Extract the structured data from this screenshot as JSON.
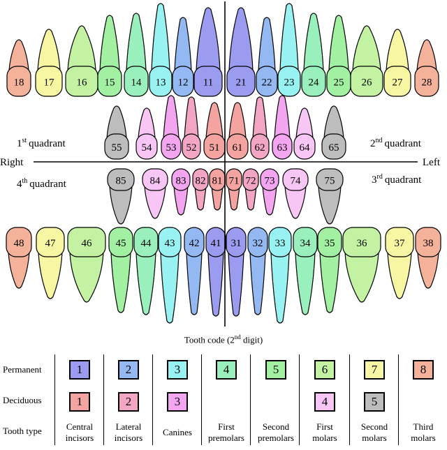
{
  "labels": {
    "quadrant_1": "1",
    "quadrant_1_sup": "st",
    "quadrant_word": "quadrant",
    "quadrant_2": "2",
    "quadrant_2_sup": "nd",
    "quadrant_3": "3",
    "quadrant_3_sup": "rd",
    "quadrant_4": "4",
    "quadrant_4_sup": "th",
    "right": "Right",
    "left": "Left"
  },
  "colors": {
    "1": "#9b9bf0",
    "2": "#93b8f2",
    "3": "#99f2f2",
    "4": "#99f0bd",
    "5": "#a2f0a2",
    "6": "#c3f3a2",
    "7": "#f7f7a3",
    "8": "#f5b29b",
    "d1": "#f3a3a0",
    "d2": "#f3a6c4",
    "d3": "#f3a5f0",
    "d4": "#f7c6f5",
    "d5": "#bdbdbd"
  },
  "teeth": {
    "upper_permanent": [
      "18",
      "17",
      "16",
      "15",
      "14",
      "13",
      "12",
      "11",
      "21",
      "22",
      "23",
      "24",
      "25",
      "26",
      "27",
      "28"
    ],
    "upper_deciduous": [
      "55",
      "54",
      "53",
      "52",
      "51",
      "61",
      "62",
      "63",
      "64",
      "65"
    ],
    "lower_deciduous": [
      "85",
      "84",
      "83",
      "82",
      "81",
      "71",
      "72",
      "73",
      "74",
      "75"
    ],
    "lower_permanent": [
      "48",
      "47",
      "46",
      "45",
      "44",
      "43",
      "42",
      "41",
      "31",
      "32",
      "33",
      "34",
      "35",
      "36",
      "37",
      "38"
    ]
  },
  "legend": {
    "title": "Tooth code (2",
    "title_sup": "nd",
    "title_end": " digit)",
    "row_permanent": "Permanent",
    "row_deciduous": "Deciduous",
    "row_type": "Tooth type",
    "permanent_codes": [
      "1",
      "2",
      "3",
      "4",
      "5",
      "6",
      "7",
      "8"
    ],
    "deciduous_codes": [
      "1",
      "2",
      "3",
      "",
      "",
      "4",
      "5",
      ""
    ],
    "types": [
      [
        "Central",
        "incisors"
      ],
      [
        "Lateral",
        "incisors"
      ],
      [
        "Canines",
        ""
      ],
      [
        "First",
        "premolars"
      ],
      [
        "Second",
        "premolars"
      ],
      [
        "First",
        "molars"
      ],
      [
        "Second",
        "molars"
      ],
      [
        "Third",
        "molars"
      ]
    ]
  }
}
